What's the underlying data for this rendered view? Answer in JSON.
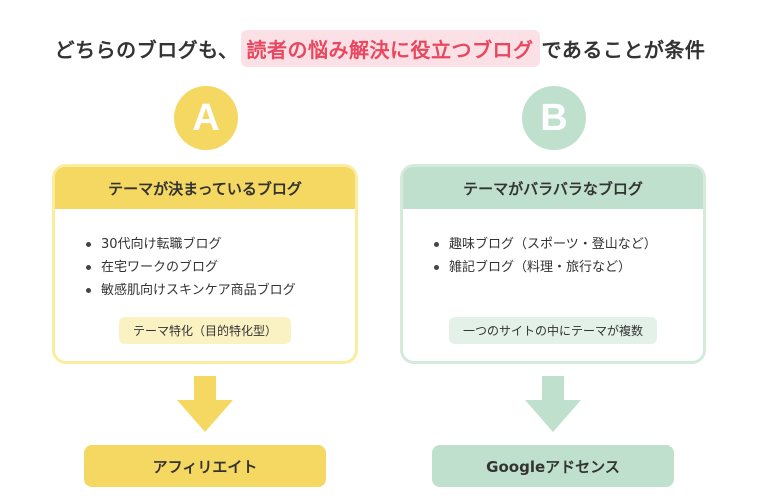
{
  "headline": {
    "prefix": "どちらのブログも、",
    "highlight": "読者の悩み解決に役立つブログ",
    "suffix": "であることが条件"
  },
  "colors": {
    "yellow": "#f5d862",
    "yellow_light": "#fbf2c4",
    "green": "#bfe0cd",
    "green_light": "#e3f1e8",
    "highlight_text": "#e8485f",
    "highlight_bg": "#fbe1e6"
  },
  "option_a": {
    "badge": "A",
    "title": "テーマが決まっているブログ",
    "items": [
      "30代向け転職ブログ",
      "在宅ワークのブログ",
      "敏感肌向けスキンケア商品ブログ"
    ],
    "tag": "テーマ特化（目的特化型）",
    "result": "アフィリエイト"
  },
  "option_b": {
    "badge": "B",
    "title": "テーマがバラバラなブログ",
    "items": [
      "趣味ブログ（スポーツ・登山など）",
      "雑記ブログ（料理・旅行など）"
    ],
    "tag": "一つのサイトの中にテーマが複数",
    "result": "Googleアドセンス"
  }
}
